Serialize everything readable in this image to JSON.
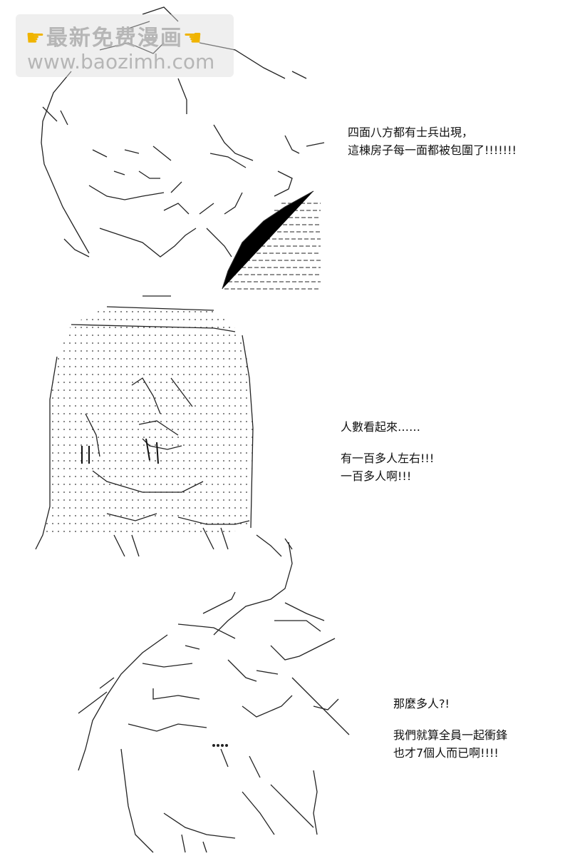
{
  "watermark": {
    "line1": "最新免费漫画",
    "line2": "www.baozimh.com",
    "icon_left": "pointing-hand-icon",
    "icon_right": "pointing-hand-icon"
  },
  "captions": {
    "panel1": {
      "line1": "四面八方都有士兵出現，",
      "line2": "這棟房子每一面都被包圍了!!!!!!!"
    },
    "panel2": {
      "line1": "人數看起來……",
      "line2": "有一百多人左右!!!",
      "line3": "一百多人啊!!!"
    },
    "panel3": {
      "line1": "那麼多人?!",
      "line2": "我們就算全員一起衝鋒",
      "line3": "也才7個人而已啊!!!!"
    }
  },
  "colors": {
    "background": "#ffffff",
    "ink": "#111111",
    "watermark_bg": "#dcdcdc",
    "watermark_text": "#afafaf",
    "hand_icon": "#f0b400"
  }
}
